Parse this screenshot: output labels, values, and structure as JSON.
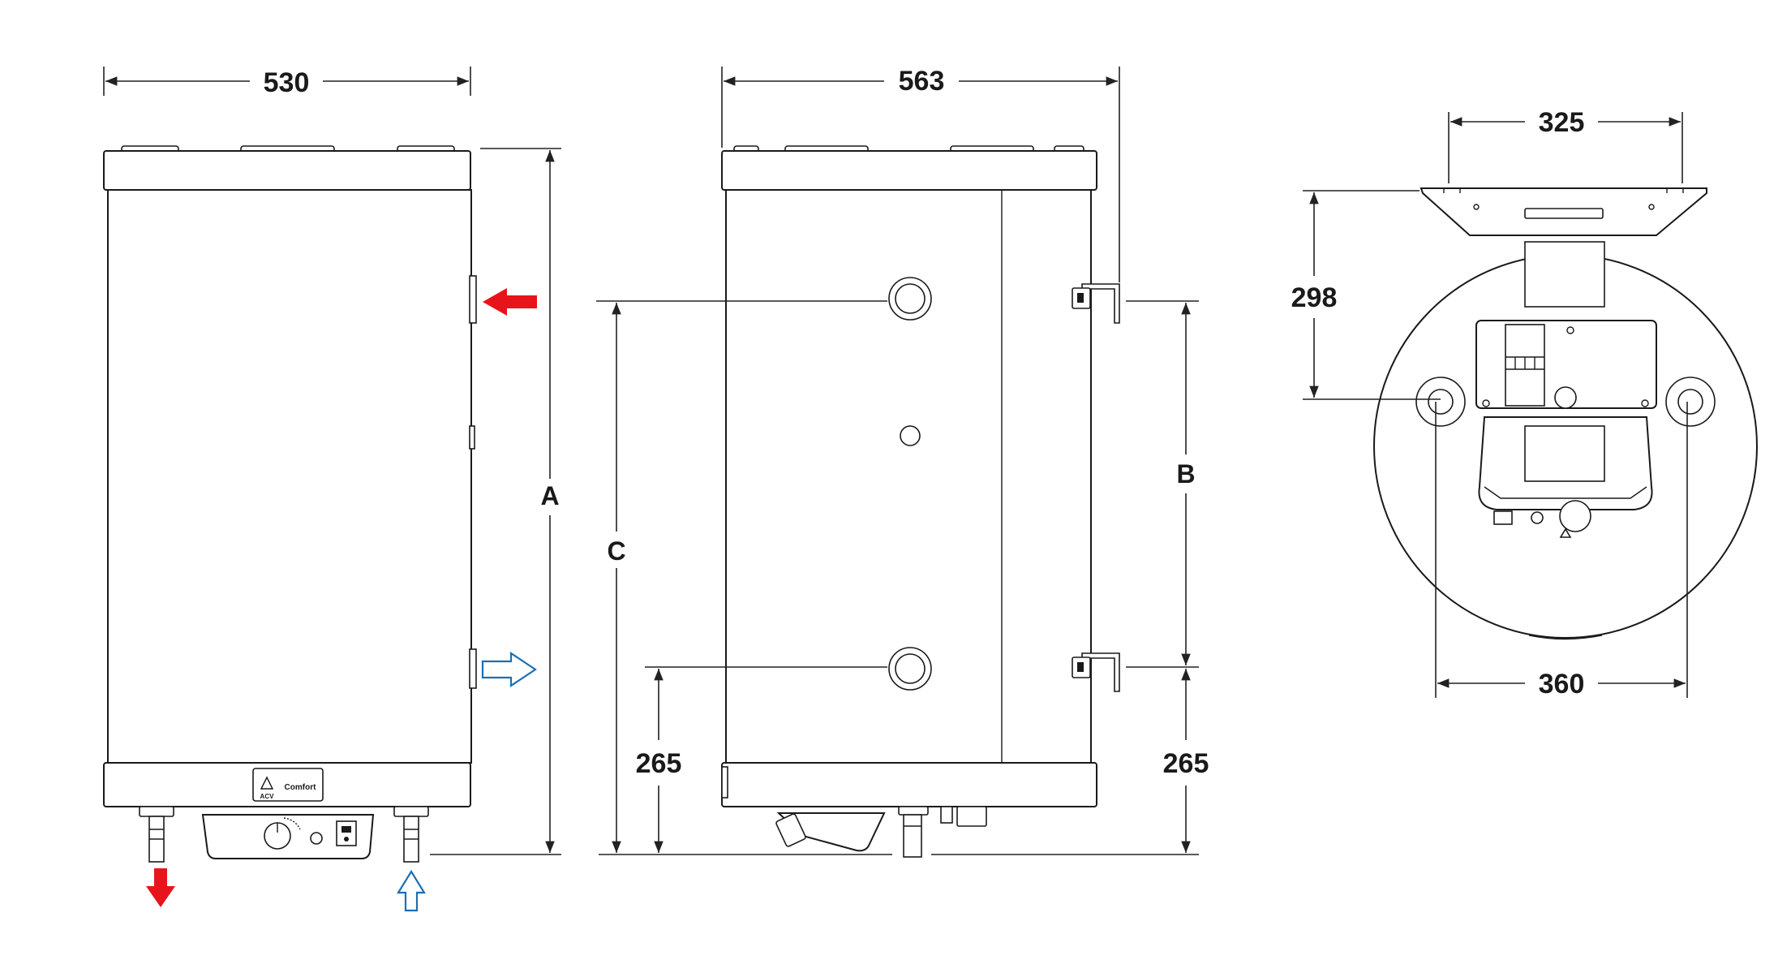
{
  "dimensions": {
    "front_width": "530",
    "side_width": "563",
    "height_a": "A",
    "height_b": "B",
    "height_c": "C",
    "bottom_left": "265",
    "bottom_right": "265",
    "top_bracket": "325",
    "top_depth": "298",
    "top_spacing": "360"
  },
  "product": {
    "brand_logo": "ACV",
    "model": "Comfort"
  },
  "colors": {
    "hot_water": "#e8141b",
    "cold_water": "#1a6fb5",
    "line": "#1a1a1a"
  }
}
